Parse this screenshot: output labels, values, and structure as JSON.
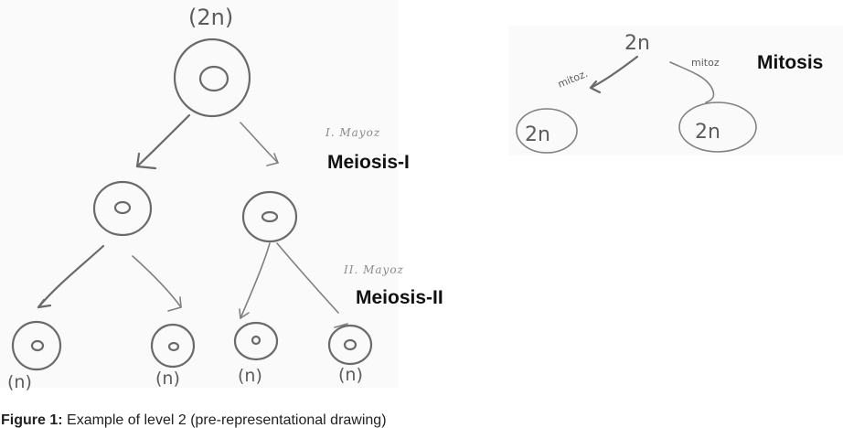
{
  "figure": {
    "caption_label": "Figure 1:",
    "caption_text": "Example of level 2 (pre-representational drawing)"
  },
  "meiosis": {
    "parent_ploidy": "(2n)",
    "stage1_handwritten": "I. Mayoz",
    "stage1_label": "Meiosis-I",
    "stage2_handwritten": "II. Mayoz",
    "stage2_label": "Meiosis-II",
    "daughter_ploidy": [
      "(n)",
      "(n)",
      "(n)",
      "(n)"
    ]
  },
  "mitosis": {
    "parent_ploidy": "2n",
    "arrow_left_handwritten": "mitoz.",
    "arrow_right_handwritten": "mitoz",
    "label": "Mitosis",
    "daughter_ploidy": [
      "2n",
      "2n"
    ]
  },
  "colors": {
    "pencil": "#6a6a6a",
    "label": "#111111",
    "panel": "#fafafa"
  }
}
